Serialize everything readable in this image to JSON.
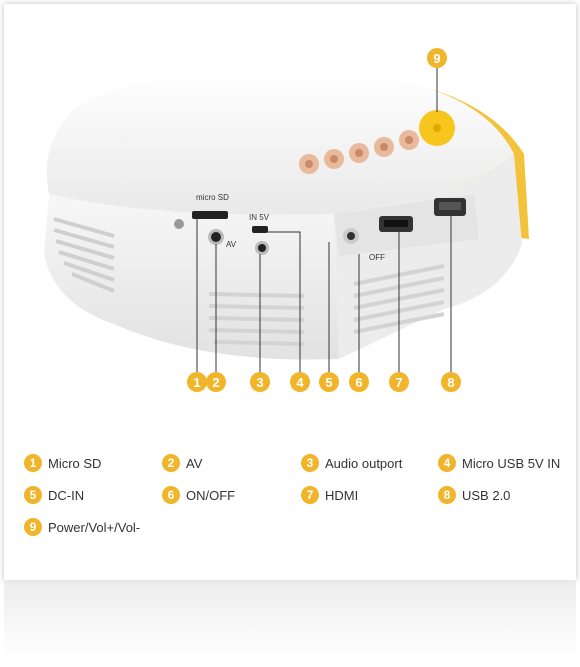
{
  "image": {
    "port_labels": {
      "micro_sd": "micro SD",
      "av": "AV",
      "in5v": "IN 5V",
      "off": "OFF"
    },
    "callouts": [
      "1",
      "2",
      "3",
      "4",
      "5",
      "6",
      "7",
      "8",
      "9"
    ]
  },
  "legend": [
    {
      "num": "1",
      "label": "Micro SD"
    },
    {
      "num": "2",
      "label": "AV"
    },
    {
      "num": "3",
      "label": "Audio outport"
    },
    {
      "num": "4",
      "label": "Micro USB 5V IN"
    },
    {
      "num": "5",
      "label": "DC-IN"
    },
    {
      "num": "6",
      "label": "ON/OFF"
    },
    {
      "num": "7",
      "label": "HDMI"
    },
    {
      "num": "8",
      "label": "USB 2.0"
    },
    {
      "num": "9",
      "label": "Power/Vol+/Vol-"
    }
  ],
  "colors": {
    "accent": "#f1b52b",
    "body": "#f5f5f5"
  }
}
